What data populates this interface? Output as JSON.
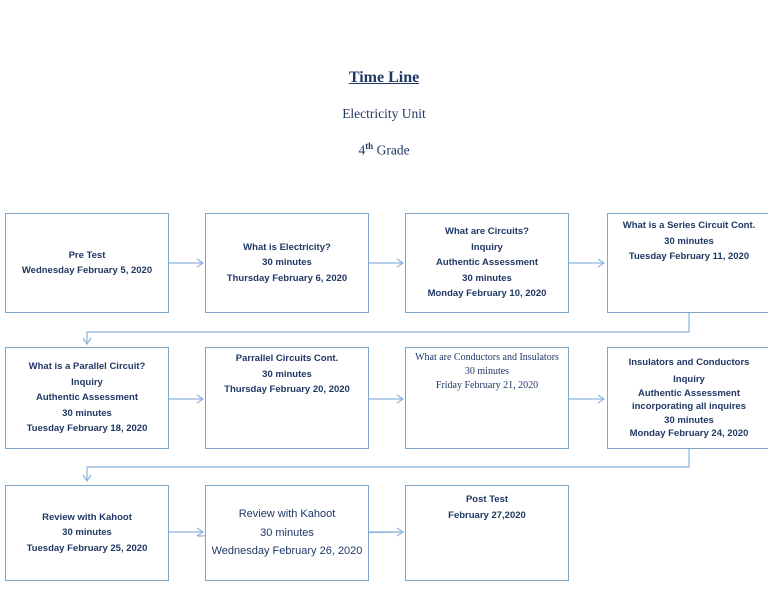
{
  "header": {
    "title": "Time Line",
    "unit": "Electricity Unit",
    "grade": {
      "number": "4",
      "suffix": "th",
      "word": " Grade"
    }
  },
  "colors": {
    "text": "#1f3864",
    "box_border": "#7fa5cb",
    "connector": "#8fb4dc",
    "page_background": "#ffffff"
  },
  "boxes": [
    {
      "name": "pre-test",
      "lines": [
        "Pre Test",
        "Wednesday February 5, 2020"
      ]
    },
    {
      "name": "what-is-electricity",
      "lines": [
        "What is Electricity?",
        "30 minutes",
        "Thursday February 6, 2020"
      ]
    },
    {
      "name": "what-are-circuits",
      "lines": [
        "What are Circuits?",
        "Inquiry",
        "Authentic Assessment",
        "30 minutes",
        "Monday February 10, 2020"
      ]
    },
    {
      "name": "series-circuit-cont",
      "lines": [
        "What is a Series Circuit Cont.",
        "30 minutes",
        "Tuesday February 11, 2020"
      ]
    },
    {
      "name": "parallel-circuit",
      "lines": [
        "What is a Parallel Circuit?",
        "Inquiry",
        "Authentic Assessment",
        "30 minutes",
        "Tuesday February 18, 2020"
      ]
    },
    {
      "name": "parallel-circuits-cont",
      "lines": [
        "Parrallel Circuits Cont.",
        "30 minutes",
        "Thursday February 20, 2020"
      ]
    },
    {
      "name": "conductors-insulators",
      "lines": [
        "What are Conductors and Insulators",
        "30 minutes",
        "Friday February 21, 2020"
      ]
    },
    {
      "name": "insulators-conductors",
      "lines": [
        "Insulators and Conductors",
        "Inquiry",
        "Authentic Assessment",
        "incorporating all inquires",
        "30 minutes",
        "Monday February 24, 2020"
      ]
    },
    {
      "name": "review-with-kahoot-1",
      "lines": [
        "Review with Kahoot",
        "30 minutes",
        "Tuesday February 25, 2020"
      ]
    },
    {
      "name": "review-with-kahoot-2",
      "lines": [
        "Review with Kahoot",
        "30 minutes",
        "Wednesday February 26, 2020"
      ]
    },
    {
      "name": "post-test",
      "lines": [
        "Post Test",
        "February 27,2020"
      ]
    }
  ]
}
